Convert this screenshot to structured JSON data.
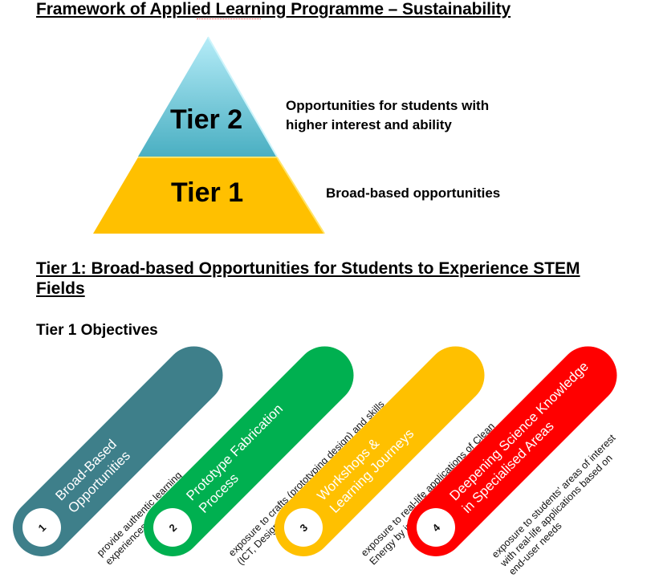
{
  "header": {
    "title": "Framework of Applied Learning Programme – Sustainability"
  },
  "pyramid": {
    "tiers": [
      {
        "label": "Tier 2",
        "description": "Opportunities for students with higher interest and ability",
        "description_lines": [
          "Opportunities for students with",
          "higher interest and ability"
        ],
        "color_top": "#a8e6f5",
        "color_bottom": "#4aafc2"
      },
      {
        "label": "Tier 1",
        "description": "Broad-based opportunities",
        "color": "#ffc000"
      }
    ]
  },
  "section": {
    "heading": "Tier 1: Broad-based Opportunities for Students to Experience STEM Fields",
    "subheading": "Tier 1 Objectives"
  },
  "objectives": [
    {
      "number": "1",
      "title_lines": [
        "Broad-Based",
        "Opportunities"
      ],
      "description_lines": [
        "provide authentic learning",
        "experiences for students"
      ],
      "color": "#3e7f8a"
    },
    {
      "number": "2",
      "title_lines": [
        "Prototype Fabrication",
        "Process"
      ],
      "description_lines": [
        "exposure to crafts (prototyping design) and skills",
        "(ICT, Design Thinking) relevant to 21st CC"
      ],
      "color": "#00b050"
    },
    {
      "number": "3",
      "title_lines": [
        "Workshops &",
        "Learning Journeys"
      ],
      "description_lines": [
        "exposure to real-life applications of Clean",
        "Energy by industry professionals"
      ],
      "color": "#ffc000"
    },
    {
      "number": "4",
      "title_lines": [
        "Deepening Science Knowledge",
        "in Specialised Areas"
      ],
      "description_lines": [
        "exposure to students' areas of interest",
        "with real-life applications based on",
        "end-user needs"
      ],
      "color": "#ff0000"
    }
  ]
}
